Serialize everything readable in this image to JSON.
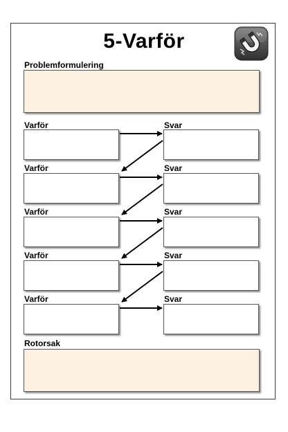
{
  "title": "5-Varför",
  "logo_icon": "magnet-icon",
  "problem_label": "Problemformulering",
  "root_cause_label": "Rotorsak",
  "why_label": "Varför",
  "answer_label": "Svar",
  "colors": {
    "tint": "#fdf1e2",
    "border": "#555555",
    "logo_bg": "#555555",
    "magnet_red": "#e8e8e8"
  }
}
